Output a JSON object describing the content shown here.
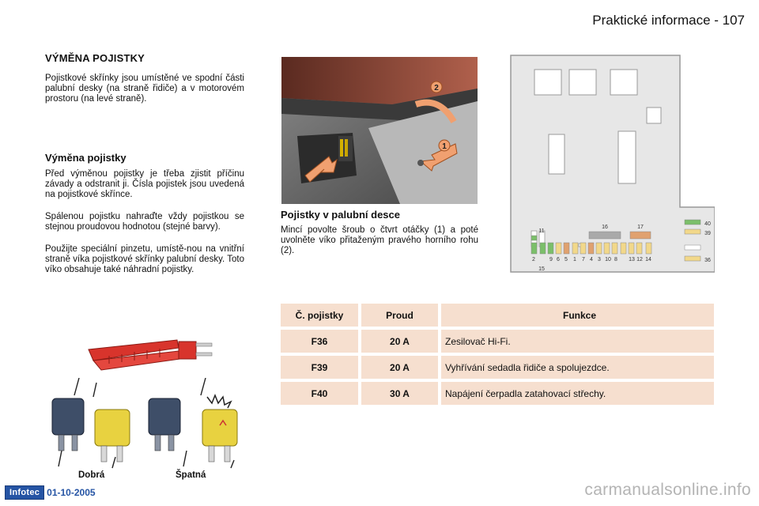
{
  "header": {
    "page_title": "Praktické informace - 107"
  },
  "left": {
    "title": "VÝMĚNA POJISTKY",
    "intro": "Pojistkové skřínky jsou umístěné ve spodní části palubní desky (na straně řidiče) a v motorovém prostoru (na levé straně).",
    "subtitle": "Výměna pojistky",
    "p1": "Před výměnou pojistky je třeba zjistit příčinu závady a odstranit ji. Čísla pojistek jsou uvedená na pojistkové skřínce.",
    "p2": "Spálenou pojistku nahraďte vždy pojistkou se stejnou proudovou hodnotou (stejné barvy).",
    "p3": "Použijte speciální pinzetu, umístě-nou na vnitřní straně víka pojistkové skřínky palubní desky. Toto víko obsahuje také náhradní pojistky."
  },
  "right": {
    "subtitle": "Pojistky v palubní desce",
    "p1": "Mincí povolte šroub o čtvrt otáčky (1) a poté uvolněte víko přitaženým pravého horního rohu (2)."
  },
  "photo_callouts": [
    "1",
    "2"
  ],
  "diagram": {
    "numbers": [
      "11",
      "16",
      "17",
      "2",
      "9",
      "6",
      "5",
      "1",
      "7",
      "4",
      "3",
      "10",
      "8",
      "13",
      "12",
      "14",
      "15",
      "40",
      "39",
      "36"
    ]
  },
  "table": {
    "headers": [
      "Č. pojistky",
      "Proud",
      "Funkce"
    ],
    "rows": [
      {
        "fuse": "F36",
        "current": "20 A",
        "function": "Zesilovač Hi-Fi."
      },
      {
        "fuse": "F39",
        "current": "20 A",
        "function": "Vyhřívání sedadla řidiče a spolujezdce."
      },
      {
        "fuse": "F40",
        "current": "30 A",
        "function": "Napájení čerpadla zatahovací střechy."
      }
    ]
  },
  "labels": {
    "good": "Dobrá",
    "bad": "Špatná"
  },
  "footer": {
    "logo": "Infotec",
    "date": "01-10-2005",
    "watermark": "carmanualsonline.info"
  }
}
